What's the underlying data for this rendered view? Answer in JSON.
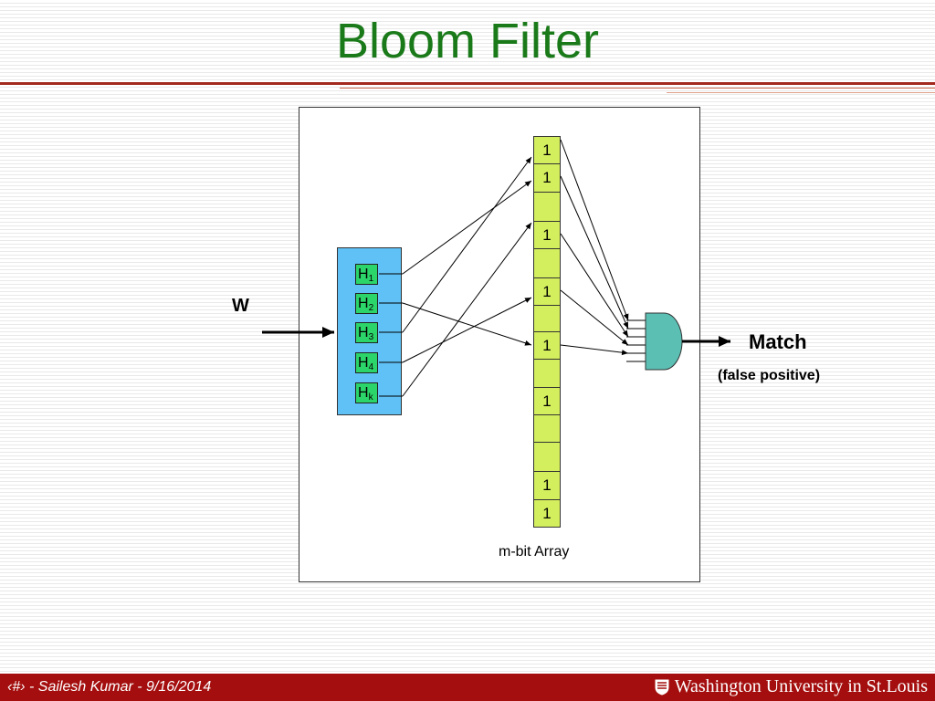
{
  "slide": {
    "title": "Bloom Filter"
  },
  "diagram": {
    "input_label": "W",
    "hash_functions": [
      {
        "base": "H",
        "sub": "1"
      },
      {
        "base": "H",
        "sub": "2"
      },
      {
        "base": "H",
        "sub": "3"
      },
      {
        "base": "H",
        "sub": "4"
      },
      {
        "base": "H",
        "sub": "k"
      }
    ],
    "bit_array": {
      "cells": [
        "1",
        "1",
        "",
        "1",
        "",
        "1",
        "",
        "1",
        "",
        "1",
        "",
        "",
        "1",
        "1"
      ],
      "caption": "m-bit Array"
    },
    "output_label": "Match",
    "output_note": "(false positive)"
  },
  "footer": {
    "left_text": "‹#› - Sailesh Kumar - 9/16/2014",
    "right_text": "Washington University in St.Louis"
  },
  "colors": {
    "title": "#1a7a1a",
    "hash_block": "#5fc1f5",
    "hash_box": "#2cd56a",
    "bit_cell": "#d4ef5e",
    "and_gate": "#5bbfb4",
    "footer_bar": "#a40e0e"
  }
}
